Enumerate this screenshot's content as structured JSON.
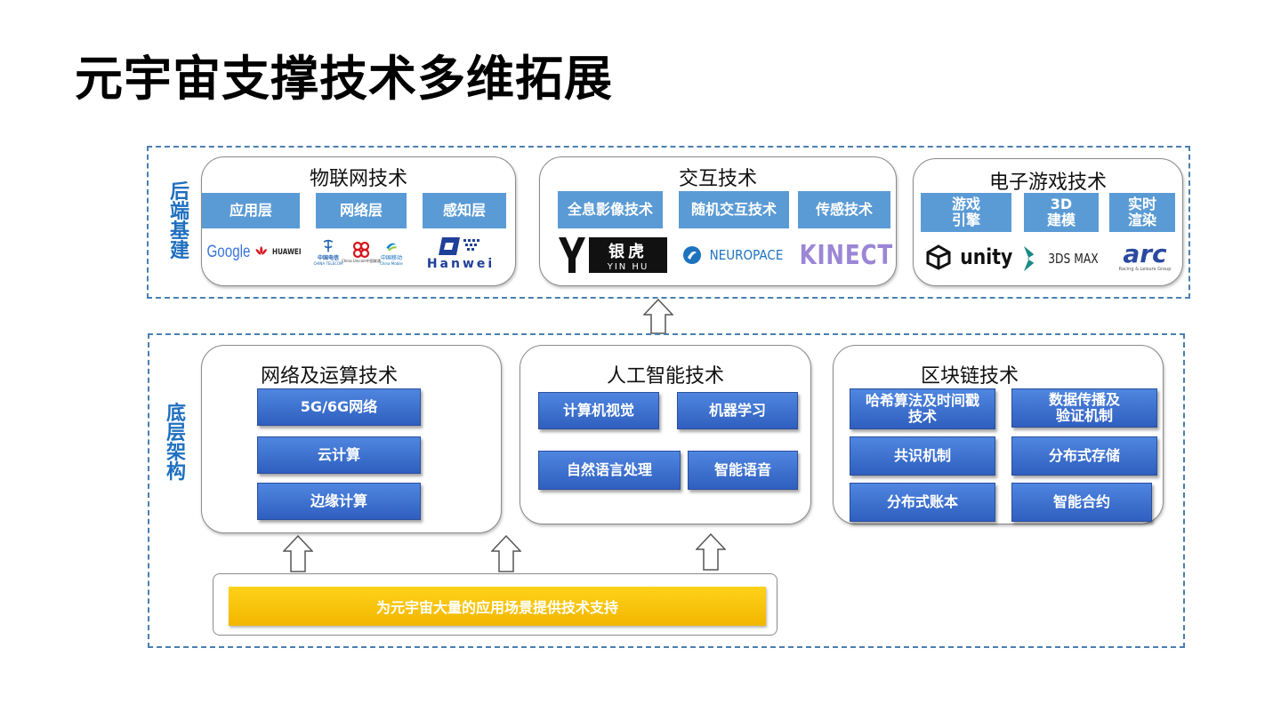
{
  "title": "元宇宙支撑技术多维拓展",
  "backend": {
    "label": "后端基建",
    "panels": [
      {
        "title": "物联网技术",
        "chips": [
          "应用层",
          "网络层",
          "感知层"
        ],
        "logos": [
          "Google",
          "HUAWEI",
          "中国电信",
          "CHINA TELECOM",
          "China Unicom中国联通",
          "中国移动",
          "China Mobile",
          "Hanwei"
        ]
      },
      {
        "title": "交互技术",
        "chips": [
          "全息影像技术",
          "随机交互技术",
          "传感技术"
        ],
        "logos": [
          "银虎",
          "YIN HU",
          "NEUROPACE",
          "KINECT"
        ]
      },
      {
        "title": "电子游戏技术",
        "chips": [
          "游戏引擎",
          "3D建模",
          "实时渲染"
        ],
        "logos": [
          "unity",
          "3DS MAX",
          "arc",
          "Racing & Leisure Group"
        ]
      }
    ]
  },
  "base": {
    "label": "底层架构",
    "panels": [
      {
        "title": "网络及运算技术",
        "chips": [
          "5G/6G网络",
          "云计算",
          "边缘计算"
        ]
      },
      {
        "title": "人工智能技术",
        "chips": [
          "计算机视觉",
          "机器学习",
          "自然语言处理",
          "智能语音"
        ]
      },
      {
        "title": "区块链技术",
        "chips": [
          "哈希算法及时间戳技术",
          "数据传播及验证机制",
          "共识机制",
          "分布式存储",
          "分布式账本",
          "智能合约"
        ]
      }
    ],
    "support": "为元宇宙大量的应用场景提供技术支持"
  },
  "colors": {
    "accent": "#1f6fbf",
    "chip_flat": "#5b9bd5",
    "chip_btn": "#3566c8",
    "support": "#f5be00",
    "dash": "#4a7fb0"
  }
}
